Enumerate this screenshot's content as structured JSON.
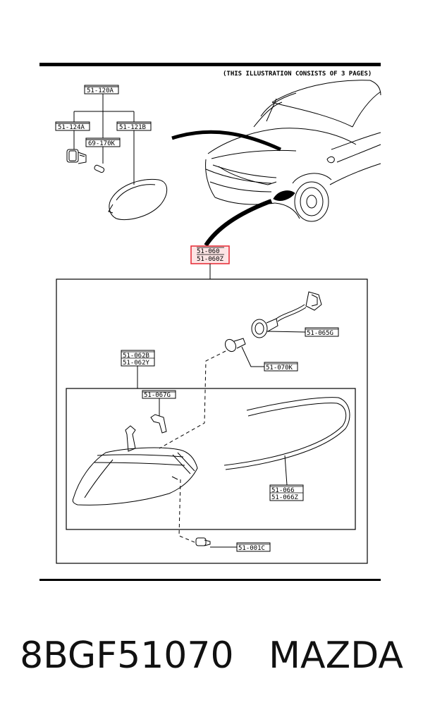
{
  "header": {
    "note": "(THIS ILLUSTRATION CONSISTS OF  3 PAGES)"
  },
  "parts": {
    "p51_120A": "51-120A",
    "p51_124A": "51-124A",
    "p69_170K": "69-170K",
    "p51_121B": "51-121B",
    "p51_060": "51-060",
    "p51_060Z": "51-060Z",
    "p51_065G": "51-065G",
    "p51_070K": "51-070K",
    "p51_062B": "51-062B",
    "p51_062Y": "51-062Y",
    "p51_067G": "51-067G",
    "p51_066": "51-066",
    "p51_066Z": "51-066Z",
    "p51_001C": "51-001C"
  },
  "caption": {
    "part_number": "8BGF51070",
    "brand": "MAZDA"
  },
  "colors": {
    "highlight": "#e8323c",
    "line": "#000000"
  }
}
